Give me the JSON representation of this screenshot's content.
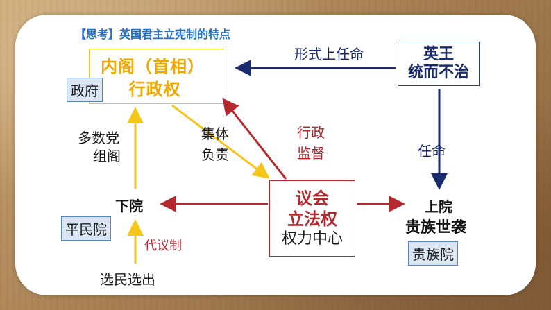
{
  "heading": "【思考】英国君主立宪制的特点",
  "cabinet": {
    "line1": "内阁（首相）",
    "line2": "行政权",
    "tag": "政府"
  },
  "king": {
    "line1": "英王",
    "line2": "统而不治"
  },
  "parliament": {
    "line1": "议会",
    "line2": "立法权",
    "line3": "权力中心"
  },
  "lower_house": {
    "title": "下院",
    "tag": "平民院"
  },
  "upper_house": {
    "line1": "上院",
    "line2": "贵族世袭",
    "tag": "贵族院"
  },
  "edge_labels": {
    "formal_appoint": "形式上任命",
    "appoint": "任命",
    "majority_line1": "多数党",
    "majority_line2": "组阁",
    "collective_line1": "集体",
    "collective_line2": "负责",
    "supervise_line1": "行政",
    "supervise_line2": "监督",
    "representative": "代议制",
    "elect": "选民选出"
  },
  "colors": {
    "navy": "#1a2a6e",
    "red": "#b5282e",
    "yellow": "#f5c518",
    "blue_heading": "#1e6fd0"
  }
}
